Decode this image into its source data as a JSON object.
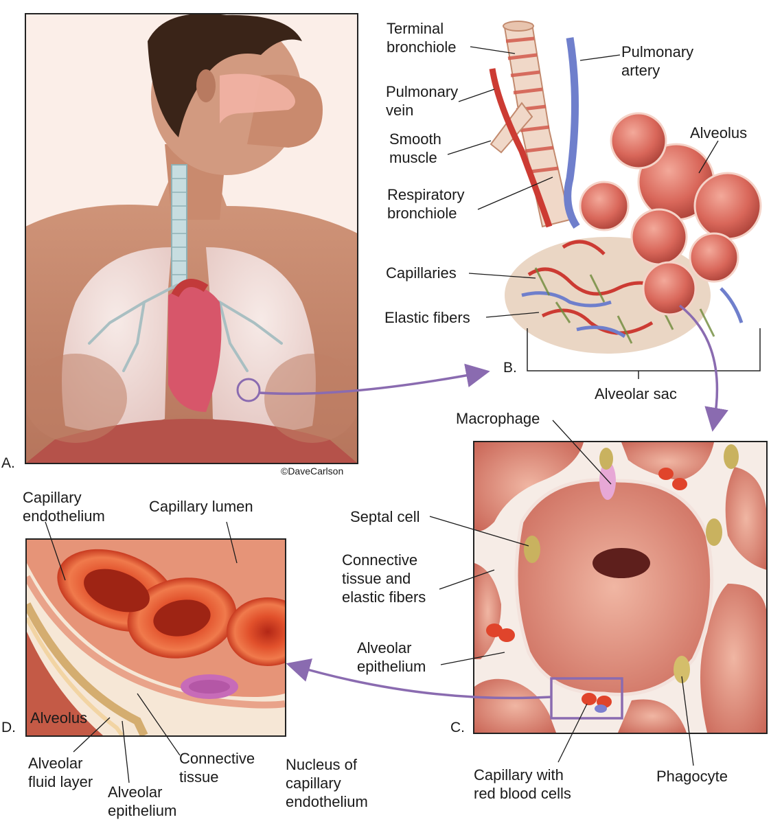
{
  "credit": "©DaveCarlson",
  "panels": {
    "a": "A.",
    "b": "B.",
    "c": "C.",
    "d": "D."
  },
  "panel_b": {
    "terminal_bronchiole": "Terminal\nbronchiole",
    "pulmonary_artery": "Pulmonary\nartery",
    "pulmonary_vein": "Pulmonary\nvein",
    "smooth_muscle": "Smooth\nmuscle",
    "alveolus": "Alveolus",
    "respiratory_bronchiole": "Respiratory\nbronchiole",
    "capillaries": "Capillaries",
    "elastic_fibers": "Elastic fibers",
    "alveolar_sac": "Alveolar sac"
  },
  "panel_c": {
    "macrophage": "Macrophage",
    "septal_cell": "Septal cell",
    "connective_tissue": "Connective\ntissue and\nelastic fibers",
    "alveolar_epithelium": "Alveolar\nepithelium",
    "capillary_rbc": "Capillary with\nred blood cells",
    "phagocyte": "Phagocyte"
  },
  "panel_d": {
    "capillary_endothelium": "Capillary\nendothelium",
    "capillary_lumen": "Capillary lumen",
    "alveolus": "Alveolus",
    "alveolar_fluid_layer": "Alveolar\nfluid layer",
    "alveolar_epithelium": "Alveolar\nepithelium",
    "connective_tissue": "Connective\ntissue",
    "nucleus": "Nucleus of\ncapillary\nendothelium"
  },
  "colors": {
    "arrow": "#8a6bb0",
    "skin": "#c98a6e",
    "tissue_red": "#d9574a",
    "vein_blue": "#6f7fcc"
  }
}
